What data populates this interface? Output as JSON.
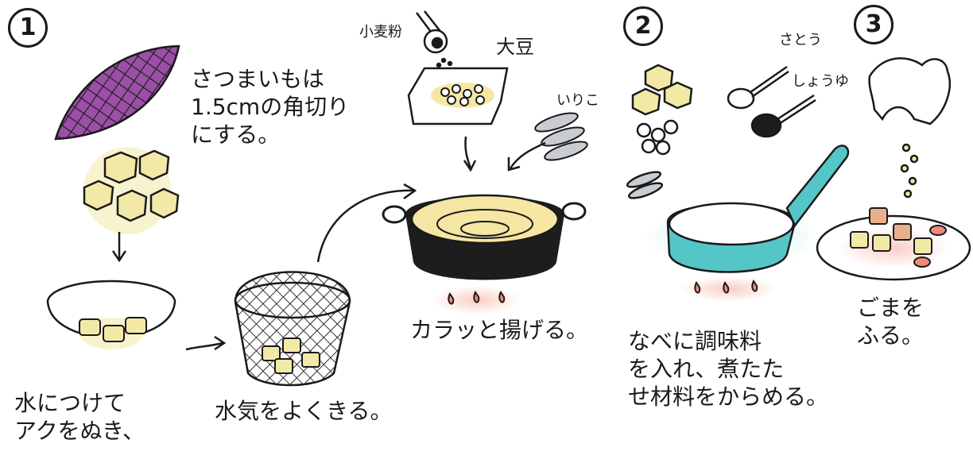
{
  "steps": [
    {
      "number": "1"
    },
    {
      "number": "2"
    },
    {
      "number": "3"
    }
  ],
  "labels": {
    "sweet_potato_cut": "さつまいもは\n1.5cmの角切り\nにする。",
    "soak": "水につけて\nアクをぬき、",
    "drain": "水気をよくきる。",
    "flour": "小麦粉",
    "soybeans": "大豆",
    "iriko": "いりこ",
    "fry": "カラッと揚げる。",
    "sugar": "さとう",
    "soy_sauce": "しょうゆ",
    "simmer": "なべに調味料\nを入れ、煮たた\nせ材料をからめる。",
    "sesame": "ごまを\nふる。"
  },
  "colors": {
    "potato_skin": "#9b4fa6",
    "potato_flesh": "#f3e9a6",
    "oil": "#f6e6a3",
    "pot": "#1d1d1d",
    "saucepan": "#55c6c8",
    "flame": "#f28a7a",
    "plate": "#ffffff"
  }
}
